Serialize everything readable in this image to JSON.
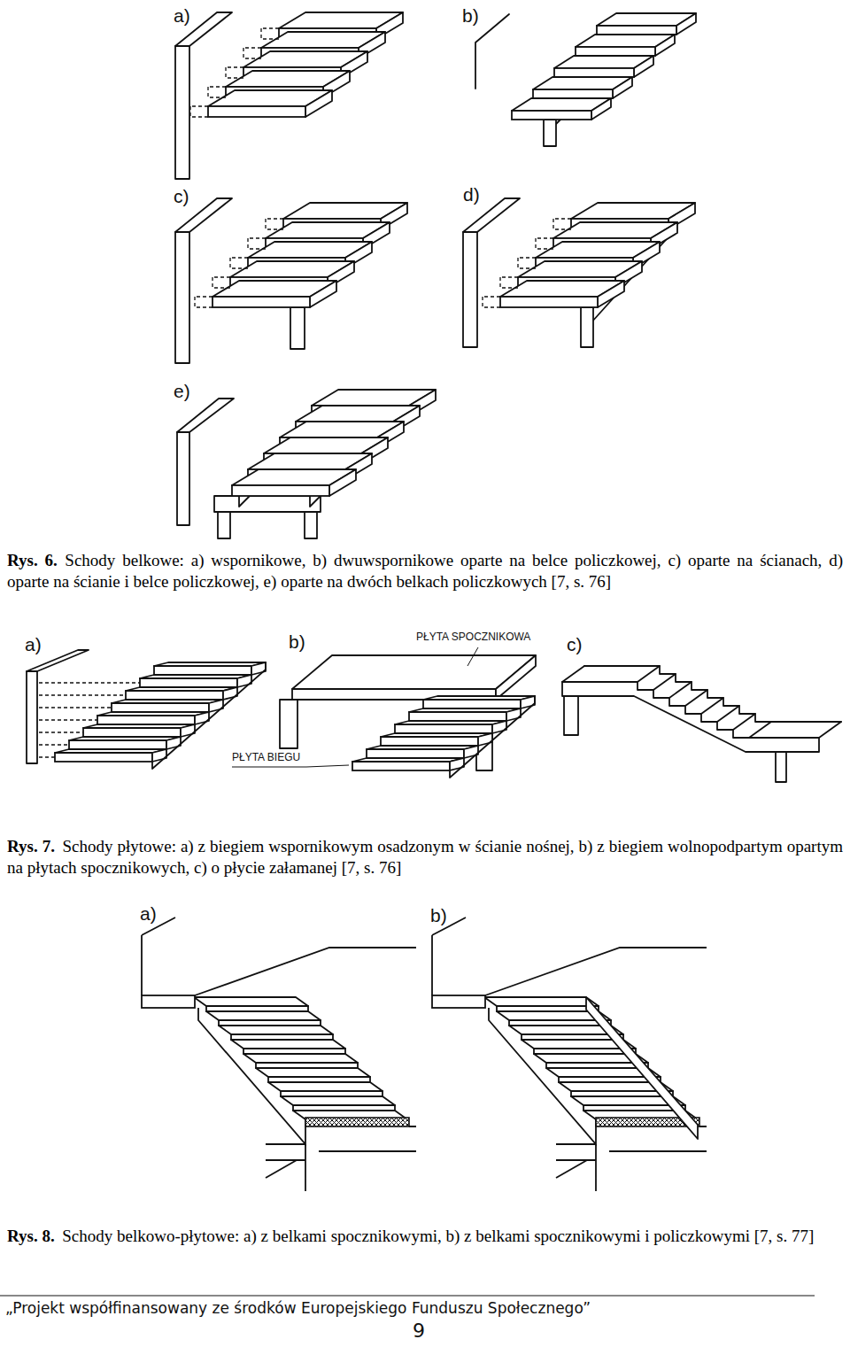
{
  "diagram": {
    "labels": [
      "a)",
      "b)",
      "c)",
      "d)",
      "e)",
      "Rys. 6.",
      "Schody belkowe: a) wspornikowe, b) dwuwspornikowe oparte na belce policzkowej, c) oparte na ścianach, d) oparte na ścianie i belce policzkowej, e) oparte na dwóch belkach policzkowych [7, s. 76]",
      "a)",
      "b)",
      "PŁYTA SPOCZNIKOWA",
      "c)",
      "PŁYTA BIEGU",
      "Rys. 7.",
      "Schody płytowe: a) z biegiem wspornikowym osadzonym w ścianie nośnej, b) z biegiem wolnopodpartym opartym na płytach spocznikowych, c) o płycie załamanej [7, s. 76]",
      "a)",
      "b)",
      "Rys. 8.",
      "Schody belkowo-płytowe: a) z belkami spocznikowymi, b) z belkami spocznikowymi i policzkowymi [7, s. 77]",
      "„Projekt współfinansowany ze środków Europejskiego Funduszu Społecznego”",
      "9"
    ]
  }
}
